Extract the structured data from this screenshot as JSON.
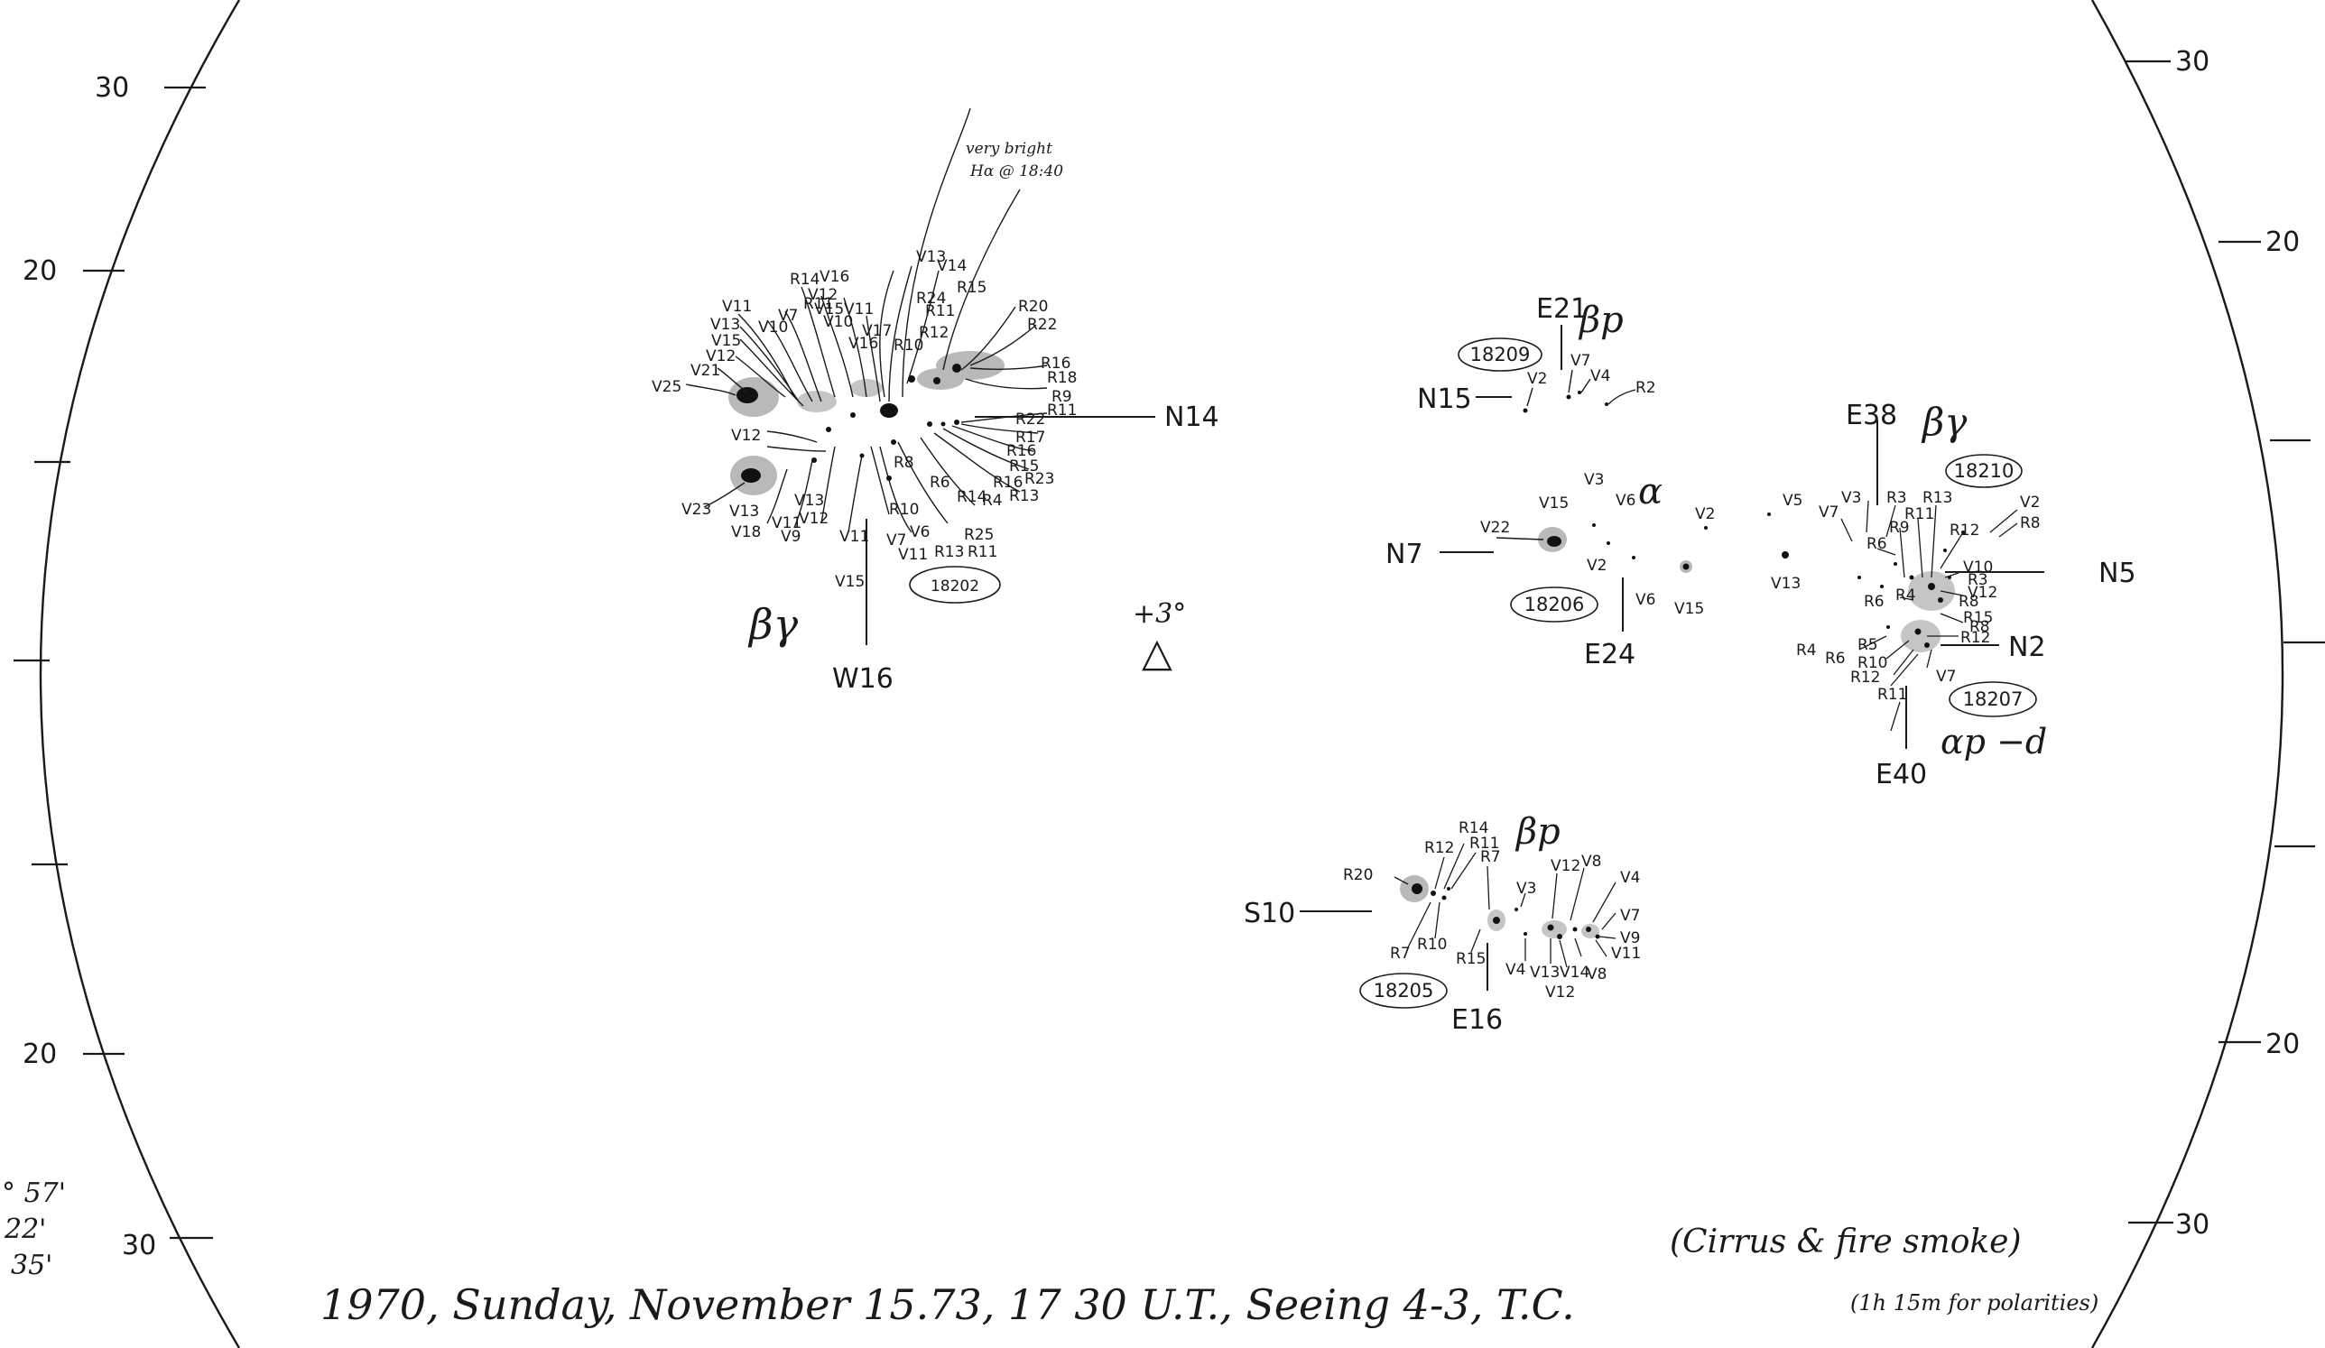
{
  "disk_scale": {
    "left": {
      "top": [
        "30",
        "20"
      ],
      "bottom": [
        "20",
        "30"
      ]
    },
    "right": {
      "top": [
        "30",
        "20"
      ],
      "bottom": [
        "20",
        "30"
      ]
    }
  },
  "corner_notes": [
    "° 57'",
    "22'",
    "35'"
  ],
  "center_mark": {
    "offset": "+3°",
    "symbol": "△"
  },
  "groups": {
    "g18202": {
      "region": "18202",
      "mag_class": "βγ",
      "note_line1": "very bright",
      "note_line2": "Hα @ 18:40",
      "east_marker": "N14",
      "south_marker": "W16",
      "labels": [
        "V11",
        "V13",
        "V15",
        "V12",
        "V21",
        "V25",
        "V10",
        "V7",
        "R14",
        "V16",
        "R11",
        "V12",
        "V15",
        "V11",
        "V10",
        "V17",
        "V16",
        "V13",
        "V14",
        "R24",
        "R15",
        "R11",
        "R12",
        "R10",
        "R20",
        "R22",
        "R16",
        "R18",
        "R9",
        "R11",
        "R22",
        "R17",
        "R16",
        "R15",
        "R23",
        "R14",
        "R4",
        "R13",
        "R16",
        "R25",
        "R11",
        "R13",
        "R10",
        "V7",
        "V6",
        "V11",
        "V11",
        "V12",
        "V9",
        "V13",
        "V18",
        "V23",
        "V13",
        "V11",
        "V12",
        "V15",
        "R8",
        "R6"
      ]
    },
    "g18209": {
      "region": "18209",
      "mag_class": "βp",
      "east_marker": "E21",
      "north_marker": "N15",
      "labels": [
        "V2",
        "V7",
        "V4",
        "R2"
      ]
    },
    "g18206": {
      "region": "18206",
      "mag_class": "α",
      "north_marker": "N7",
      "east_marker": "E24",
      "labels": [
        "V15",
        "V3",
        "V6",
        "V22",
        "V2",
        "V6",
        "V2",
        "V15",
        "V5",
        "V13"
      ]
    },
    "g18210": {
      "region": "18210",
      "mag_class": "βγ",
      "east_marker": "E38",
      "north_marker": "N5",
      "labels": [
        "V7",
        "V3",
        "R3",
        "R13",
        "R9",
        "R11",
        "R12",
        "V2",
        "R8",
        "R6",
        "V10",
        "R3",
        "V12",
        "R4",
        "R8",
        "R15",
        "R6",
        "R8",
        "R12",
        "R4",
        "R6",
        "R5",
        "R10",
        "R12",
        "R11",
        "V7"
      ]
    },
    "g18207": {
      "region": "18207",
      "mag_class": "αp −d",
      "north_marker": "N2",
      "east_marker": "E40"
    },
    "g18205": {
      "region": "18205",
      "mag_class": "βp",
      "south_marker": "S10",
      "east_marker": "E16",
      "labels": [
        "R20",
        "R12",
        "R14",
        "R11",
        "R7",
        "V12",
        "V8",
        "V4",
        "V3",
        "V7",
        "V9",
        "V11",
        "V8",
        "R7",
        "R10",
        "R15",
        "V4",
        "V13",
        "V14",
        "V12"
      ]
    }
  },
  "footer": {
    "text": "1970, Sunday, November 15.73, 17 30 U.T., Seeing 4-3, T.C.",
    "cloud_note": "(Cirrus & fire smoke)",
    "polarity_note": "(1h 15m for polarities)"
  },
  "colors": {
    "ink": "#1a1a1a",
    "penumbra": "#b9b9b9",
    "umbra": "#111111"
  }
}
